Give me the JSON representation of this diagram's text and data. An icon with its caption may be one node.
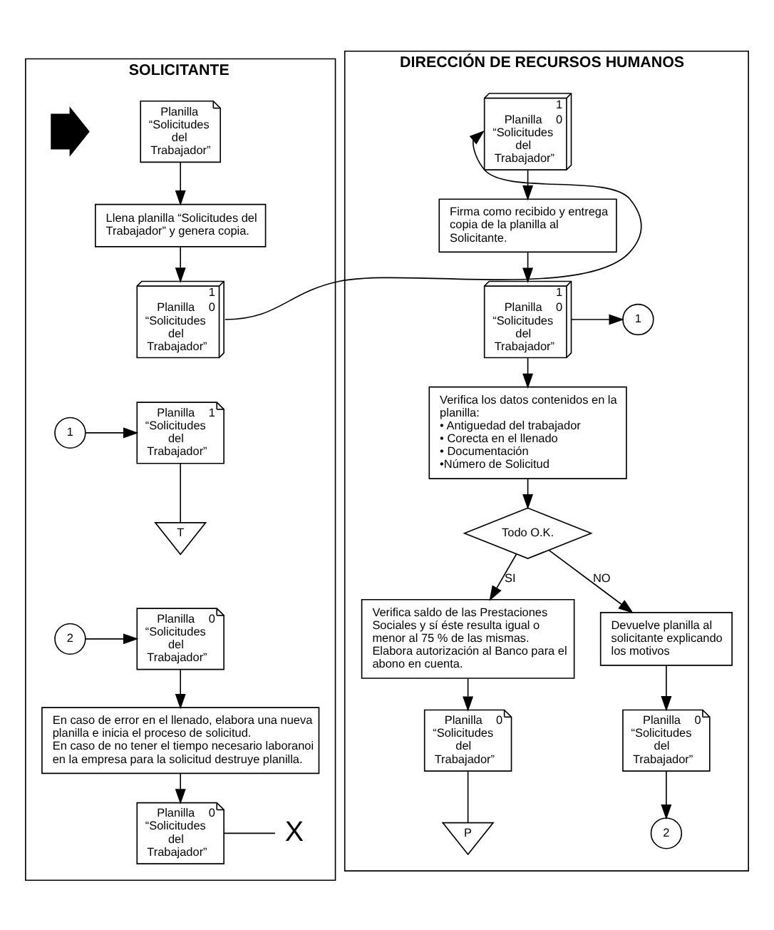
{
  "diagram": {
    "nodes": [
      {
        "text": [
          "SOLICITANTE"
        ]
      },
      {
        "text": [],
        "shape": "arrow",
        "in": 0
      },
      {
        "text": [
          "Planilla “Solicitudes del Trabajador”"
        ],
        "in": 0
      },
      {
        "text": [
          "Llena planilla “Solicitudes del Trabajador” y genera copia."
        ],
        "in": 0
      },
      {
        "text": [
          "1",
          "Planilla “Solicitudes del Trabajador”",
          "0"
        ],
        "in": 0
      },
      {
        "text": [
          "1"
        ],
        "in": 0
      },
      {
        "text": [
          "Planilla “Solicitudes del Trabajador”",
          "1"
        ],
        "in": 0
      },
      {
        "text": [
          "T"
        ],
        "in": 0
      },
      {
        "text": [
          "2"
        ],
        "in": 0
      },
      {
        "text": [
          "Planilla “Solicitudes del Trabajador”",
          "0"
        ],
        "in": 0
      },
      {
        "text": [
          "En caso de error en el llenado, elabora una nueva planilla e inicia el proceso de solicitud.",
          "En caso de no tener el tiempo necesario laboranoi en la empresa para la solicitud destruye planilla."
        ],
        "in": 0
      },
      {
        "text": [
          "Planilla “Solicitudes del Trabajador”",
          "0"
        ],
        "in": 0
      },
      {
        "text": [
          "X"
        ],
        "in": 0
      },
      {
        "text": [
          "DIRECCIÓN DE RECURSOS HUMANOS"
        ]
      },
      {
        "text": [
          "1",
          "Planilla “Solicitudes del Trabajador”",
          "0"
        ],
        "in": 13
      },
      {
        "text": [
          "Firma como recibido y entrega copia de la planilla al Solicitante."
        ],
        "in": 13
      },
      {
        "text": [
          "1",
          "Planilla “Solicitudes del Trabajador”",
          "0"
        ],
        "in": 13
      },
      {
        "text": [
          "1"
        ],
        "in": 13
      },
      {
        "text": [
          "Verifica los datos contenidos en la planilla:",
          "• Antiguedad del trabajador",
          "• Corecta en el llenado",
          "• Documentación",
          "•Número de Solicitud"
        ],
        "in": 13
      },
      {
        "text": [
          "Todo O.K."
        ],
        "in": 13
      },
      {
        "text": [
          "Verifica saldo de las Prestaciones Sociales y sí éste resulta igual o menor al 75 % de las mismas.",
          "Elabora autorización al Banco para el abono en cuenta."
        ],
        "in": 13
      },
      {
        "text": [
          "Devuelve planilla al solicitante explicando los motivos"
        ],
        "in": 13
      },
      {
        "text": [
          "Planilla “Solicitudes del Trabajador”",
          "0"
        ],
        "in": 13
      },
      {
        "text": [
          "P"
        ],
        "in": 13
      },
      {
        "text": [
          "Planilla “Solicitudes del Trabajador”",
          "0"
        ],
        "in": 13
      },
      {
        "text": [
          "2"
        ],
        "in": 13
      }
    ],
    "edges": [
      {
        "from": 2,
        "to": 3,
        "arrow": "to"
      },
      {
        "from": 3,
        "to": 4,
        "arrow": "to"
      },
      {
        "from": 4,
        "to": 14,
        "arrow": "to"
      },
      {
        "from": 14,
        "to": 15,
        "arrow": "to"
      },
      {
        "from": 15,
        "to": 16,
        "arrow": "to"
      },
      {
        "from": 16,
        "to": 17,
        "arrow": "to"
      },
      {
        "from": 16,
        "to": 18,
        "arrow": "to"
      },
      {
        "from": 18,
        "to": 19,
        "arrow": "to"
      },
      {
        "from": 19,
        "to": 20,
        "arrow": "to",
        "label": "SI"
      },
      {
        "from": 19,
        "to": 21,
        "arrow": "to",
        "label": "NO"
      },
      {
        "from": 20,
        "to": 22,
        "arrow": "to"
      },
      {
        "from": 22,
        "to": 23,
        "arrow": "none"
      },
      {
        "from": 21,
        "to": 24,
        "arrow": "to"
      },
      {
        "from": 24,
        "to": 25,
        "arrow": "to"
      },
      {
        "from": 5,
        "to": 6,
        "arrow": "to"
      },
      {
        "from": 6,
        "to": 7,
        "arrow": "none"
      },
      {
        "from": 8,
        "to": 9,
        "arrow": "to"
      },
      {
        "from": 9,
        "to": 10,
        "arrow": "to"
      },
      {
        "from": 10,
        "to": 11,
        "arrow": "to"
      },
      {
        "from": 11,
        "to": 12,
        "arrow": "none"
      }
    ]
  }
}
